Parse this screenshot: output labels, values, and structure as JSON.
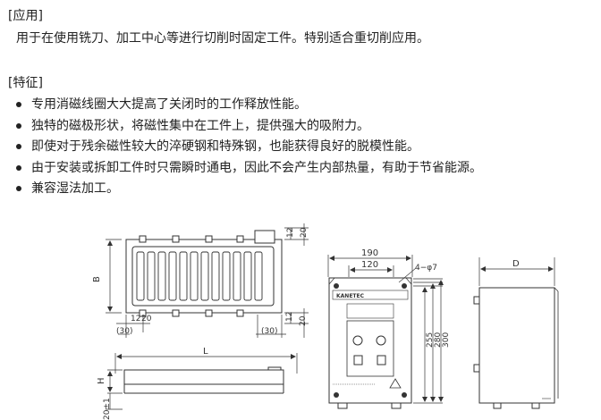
{
  "application": {
    "heading": "[应用]",
    "text": "用于在使用铣刀、加工中心等进行切削时固定工件。特别适合重切削应用。"
  },
  "features": {
    "heading": "[特征]",
    "items": [
      "专用消磁线圈大大提高了关闭时的工作释放性能。",
      "独特的磁极形状，将磁性集中在工件上，提供强大的吸附力。",
      "即使对于残余磁性较大的淬硬钢和特殊钢，也能获得良好的脱模性能。",
      "由于安装或拆卸工件时只需瞬时通电，因此不会产生内部热量，有助于节省能源。",
      "兼容湿法加工。"
    ]
  },
  "drawing": {
    "chuck": {
      "dim_B": "B",
      "dim_20_top": "20",
      "dim_12_top": "12",
      "dim_12_bottom_right": "12",
      "dim_20_bottom_right": "20",
      "dim_12_bottom": "12",
      "dim_20_bottom": "20",
      "dim_30_left": "(30)",
      "dim_30_right": "(30)",
      "dim_L": "L",
      "dim_H": "H",
      "dim_20pm1": "20±1"
    },
    "controller": {
      "dim_190": "190",
      "dim_120": "120",
      "dim_hole": "4−φ7",
      "dim_255": "255",
      "dim_280": "280",
      "dim_300": "300",
      "logo": "KANETEC",
      "dim_D": "D"
    }
  }
}
